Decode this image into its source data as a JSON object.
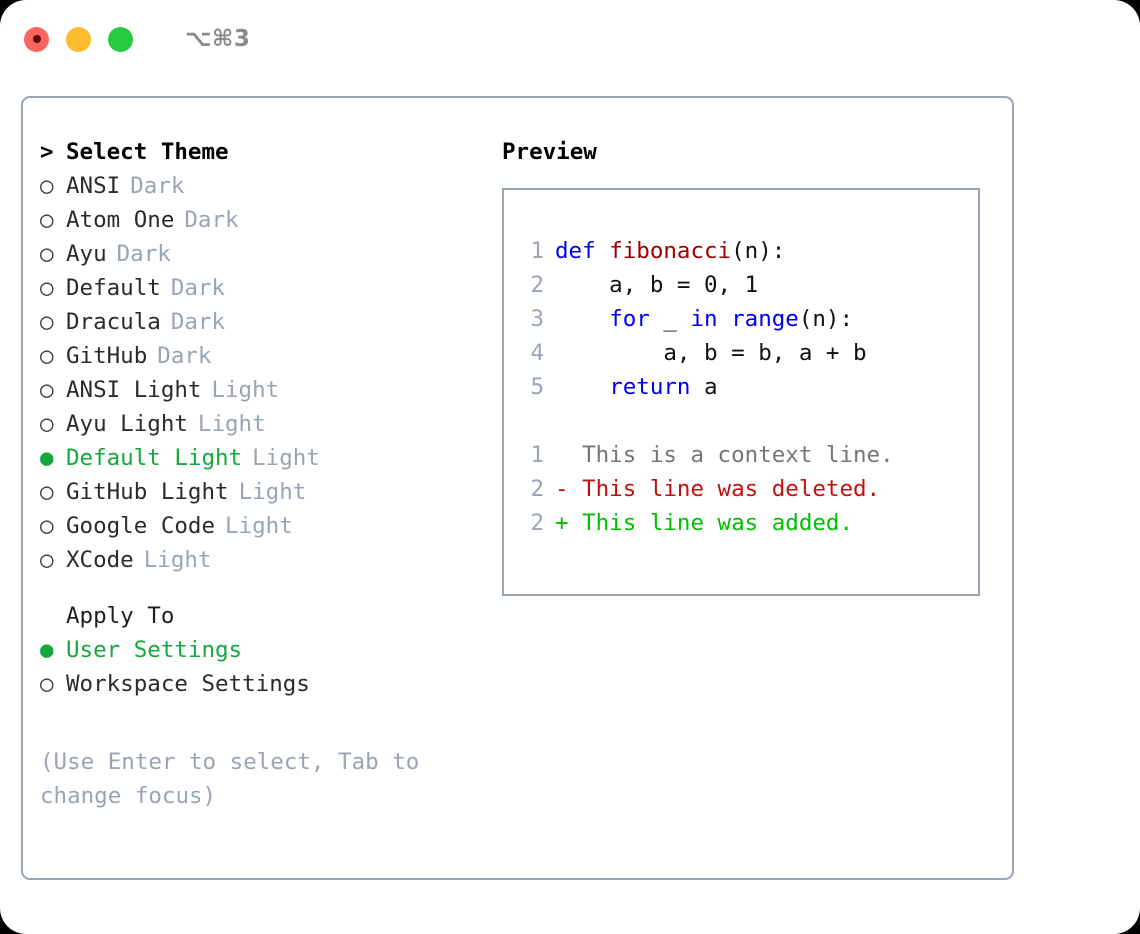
{
  "titlebar": {
    "lights": [
      {
        "name": "close-button",
        "color": "#f9655f"
      },
      {
        "name": "minimize-button",
        "color": "#fdbc2e"
      },
      {
        "name": "maximize-button",
        "color": "#27c93f"
      }
    ],
    "shortcut": "⌥⌘3"
  },
  "theme_panel": {
    "header": {
      "prompt": ">",
      "title": "Select Theme"
    },
    "marker_selected": "●",
    "marker_unselected": "○",
    "items": [
      {
        "marker": "○",
        "name": "ANSI",
        "tag": "Dark",
        "selected": false
      },
      {
        "marker": "○",
        "name": "Atom One",
        "tag": "Dark",
        "selected": false
      },
      {
        "marker": "○",
        "name": "Ayu",
        "tag": "Dark",
        "selected": false
      },
      {
        "marker": "○",
        "name": "Default",
        "tag": "Dark",
        "selected": false
      },
      {
        "marker": "○",
        "name": "Dracula",
        "tag": "Dark",
        "selected": false
      },
      {
        "marker": "○",
        "name": "GitHub",
        "tag": "Dark",
        "selected": false
      },
      {
        "marker": "○",
        "name": "ANSI Light",
        "tag": "Light",
        "selected": false
      },
      {
        "marker": "○",
        "name": "Ayu Light",
        "tag": "Light",
        "selected": false
      },
      {
        "marker": "●",
        "name": "Default Light",
        "tag": "Light",
        "selected": true
      },
      {
        "marker": "○",
        "name": "GitHub Light",
        "tag": "Light",
        "selected": false
      },
      {
        "marker": "○",
        "name": "Google Code",
        "tag": "Light",
        "selected": false
      },
      {
        "marker": "○",
        "name": "XCode",
        "tag": "Light",
        "selected": false
      }
    ],
    "apply_to": {
      "label": "Apply To",
      "options": [
        {
          "marker": "●",
          "name": "User Settings",
          "selected": true
        },
        {
          "marker": "○",
          "name": "Workspace Settings",
          "selected": false
        }
      ]
    },
    "hint": "(Use Enter to select, Tab to change focus)"
  },
  "preview": {
    "title": "Preview",
    "code_lines": [
      {
        "lineno": "1",
        "tokens": [
          {
            "text": "def ",
            "cls": "tok-kw"
          },
          {
            "text": "fibonacci",
            "cls": "tok-fn"
          },
          {
            "text": "(n):",
            "cls": "tok-plain"
          }
        ]
      },
      {
        "lineno": "2",
        "tokens": [
          {
            "text": "    a, b = 0, 1",
            "cls": "tok-plain"
          }
        ]
      },
      {
        "lineno": "3",
        "tokens": [
          {
            "text": "    ",
            "cls": "tok-plain"
          },
          {
            "text": "for",
            "cls": "tok-kw"
          },
          {
            "text": " _ ",
            "cls": "tok-plain"
          },
          {
            "text": "in",
            "cls": "tok-kw"
          },
          {
            "text": " ",
            "cls": "tok-plain"
          },
          {
            "text": "range",
            "cls": "tok-kw"
          },
          {
            "text": "(n):",
            "cls": "tok-plain"
          }
        ]
      },
      {
        "lineno": "4",
        "tokens": [
          {
            "text": "        a, b = b, a + b",
            "cls": "tok-plain"
          }
        ]
      },
      {
        "lineno": "5",
        "tokens": [
          {
            "text": "    ",
            "cls": "tok-plain"
          },
          {
            "text": "return",
            "cls": "tok-kw"
          },
          {
            "text": " a",
            "cls": "tok-plain"
          }
        ]
      }
    ],
    "diff_lines": [
      {
        "lineno": "1",
        "tokens": [
          {
            "text": "  This is a context line.",
            "cls": "tok-ctx"
          }
        ]
      },
      {
        "lineno": "2",
        "tokens": [
          {
            "text": "- This line was deleted.",
            "cls": "tok-del"
          }
        ]
      },
      {
        "lineno": "2",
        "tokens": [
          {
            "text": "+ This line was added.",
            "cls": "tok-add"
          }
        ]
      }
    ]
  },
  "colors": {
    "accent_green": "#15a83c",
    "muted": "#9aa5b4",
    "border": "#9aa5b4",
    "keyword_blue": "#0000ee",
    "function_red": "#a00000",
    "diff_delete": "#c11010",
    "diff_add": "#00c000",
    "background": "#ffffff",
    "outside": "#000000"
  }
}
